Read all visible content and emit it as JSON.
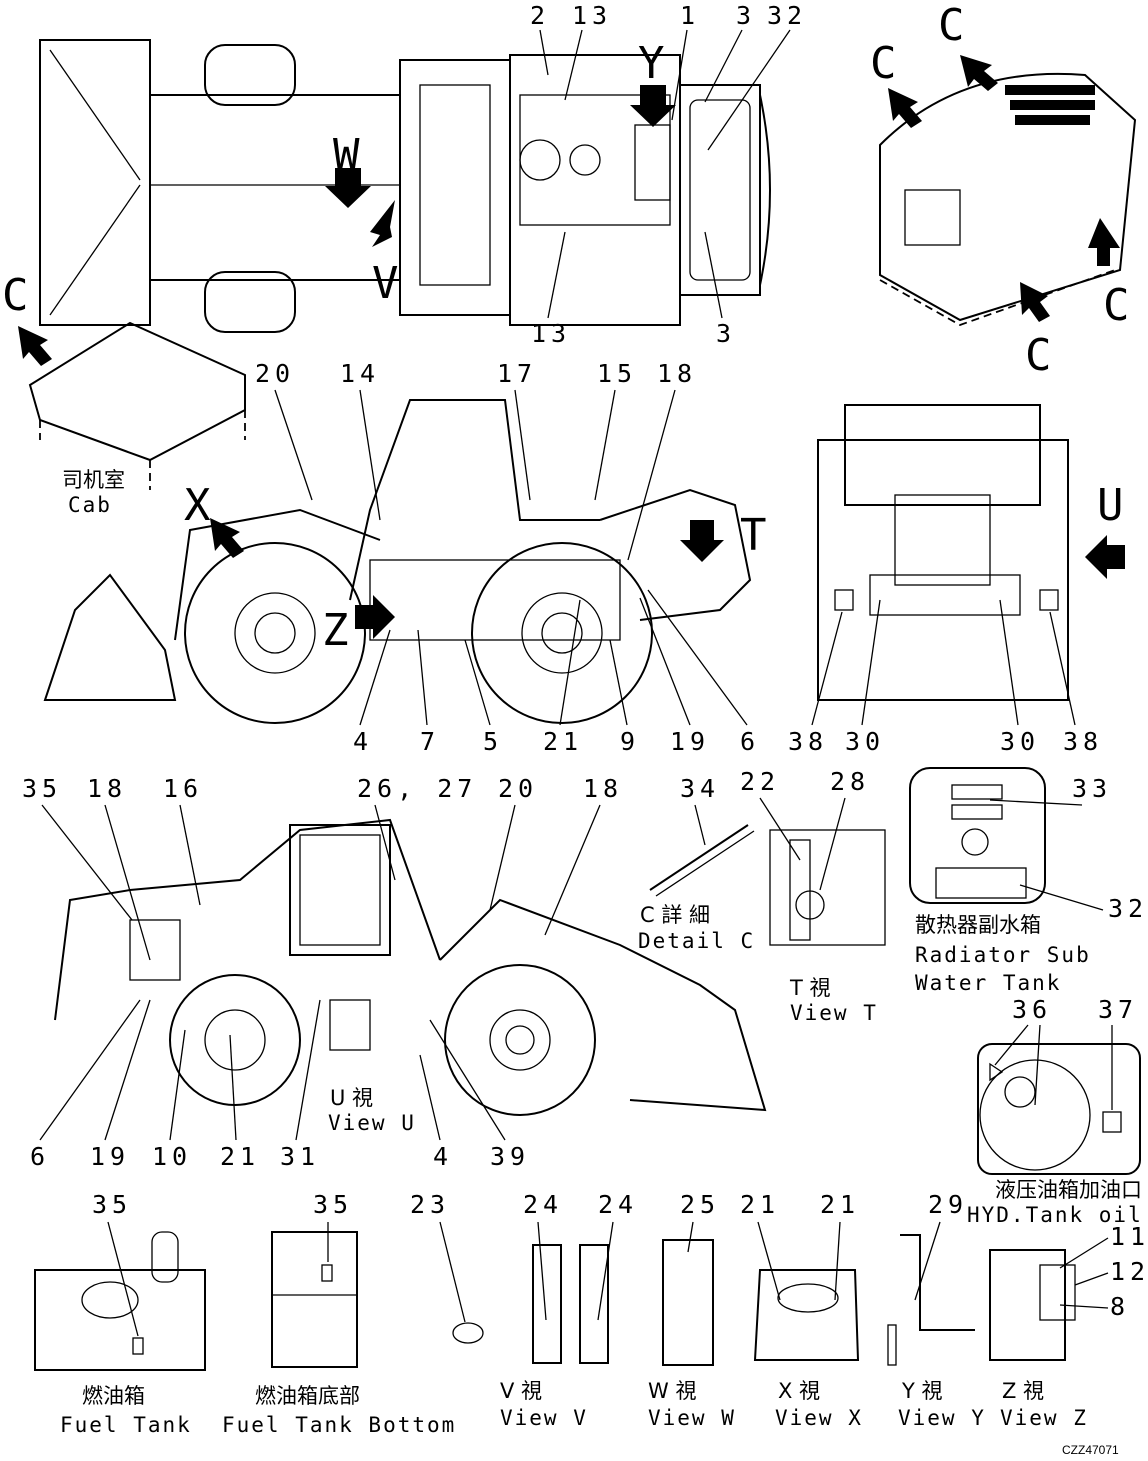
{
  "diagram_code": "CZZ47071",
  "callouts": {
    "top_view": [
      "2",
      "13",
      "1",
      "3",
      "32",
      "13",
      "3"
    ],
    "left_view": [
      "20",
      "14",
      "17",
      "15",
      "18",
      "4",
      "7",
      "5",
      "21",
      "9",
      "19",
      "6"
    ],
    "rear_view": [
      "38",
      "30",
      "30",
      "38"
    ],
    "right_view": [
      "35",
      "18",
      "16",
      "26, 27",
      "20",
      "18",
      "6",
      "19",
      "10",
      "21",
      "31",
      "4",
      "39"
    ],
    "detail_c": "34",
    "view_t": [
      "22",
      "28"
    ],
    "radiator": [
      "33",
      "32"
    ],
    "hyd": [
      "36",
      "37"
    ],
    "fuel_tank": "35",
    "fuel_bottom": "35",
    "view_v_num": "23",
    "view_v": [
      "24",
      "24"
    ],
    "view_w": "25",
    "view_x": [
      "21",
      "21"
    ],
    "view_y": "29",
    "view_z": [
      "11",
      "12",
      "8"
    ]
  },
  "view_arrows": {
    "y": "Y",
    "w": "W",
    "v": "V",
    "x": "X",
    "z": "Z",
    "t": "T",
    "u": "U",
    "c": "C"
  },
  "captions": {
    "cab_cn": "司机室",
    "cab_en": "Cab",
    "detail_c_cn": "C 詳 細",
    "detail_c_en": "Detail C",
    "view_t_cn": "T 視",
    "view_t_en": "View T",
    "radiator_cn": "散热器副水箱",
    "radiator_en1": "Radiator Sub",
    "radiator_en2": "Water Tank",
    "view_u_cn": "U 視",
    "view_u_en": "View U",
    "hyd_cn": "液压油箱加油口",
    "hyd_en": "HYD.Tank oil filler",
    "fuel_tank_cn": "燃油箱",
    "fuel_tank_en": "Fuel Tank",
    "fuel_bottom_cn": "燃油箱底部",
    "fuel_bottom_en": "Fuel Tank Bottom",
    "view_v_cn": "V 視",
    "view_v_en": "View V",
    "view_w_cn": "W 視",
    "view_w_en": "View W",
    "view_x_cn": "X 視",
    "view_x_en": "View X",
    "view_y_cn": "Y 視",
    "view_y_en": "View Y",
    "view_z_cn": "Z 視",
    "view_z_en": "View Z"
  }
}
